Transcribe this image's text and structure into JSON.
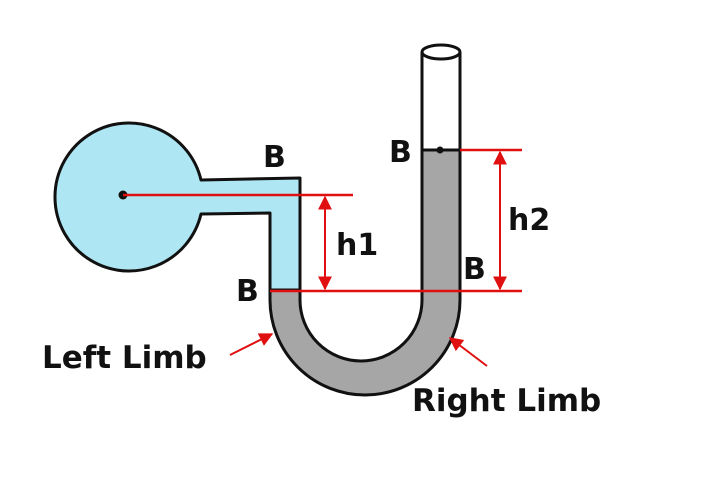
{
  "diagram": {
    "labels": {
      "b_left_top": "B",
      "b_left_bottom": "B",
      "b_right_top": "B",
      "b_right_bottom": "B",
      "h1": "h1",
      "h2": "h2",
      "left_limb": "Left Limb",
      "right_limb": "Right Limb"
    },
    "colors": {
      "gas_fill": "#aee6f3",
      "liquid_fill": "#a6a6a6",
      "outline": "#111111",
      "measure_line": "#e01010",
      "background": "#ffffff"
    }
  }
}
